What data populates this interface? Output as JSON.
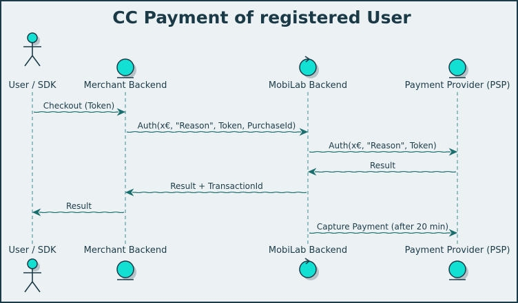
{
  "diagram": {
    "title": "CC Payment of registered User",
    "participants": [
      {
        "id": "user",
        "name": "User / SDK",
        "kind": "actor"
      },
      {
        "id": "merchant",
        "name": "Merchant Backend",
        "kind": "entity"
      },
      {
        "id": "mobilab",
        "name": "MobiLab Backend",
        "kind": "control"
      },
      {
        "id": "psp",
        "name": "Payment Provider (PSP)",
        "kind": "entity"
      }
    ],
    "messages": [
      {
        "from": "user",
        "to": "merchant",
        "label": "Checkout (Token)"
      },
      {
        "from": "merchant",
        "to": "mobilab",
        "label": "Auth(x€, \"Reason\", Token, PurchaseId)"
      },
      {
        "from": "mobilab",
        "to": "psp",
        "label": "Auth(x€, \"Reason\", Token)"
      },
      {
        "from": "psp",
        "to": "mobilab",
        "label": "Result"
      },
      {
        "from": "mobilab",
        "to": "merchant",
        "label": "Result + TransactionId"
      },
      {
        "from": "merchant",
        "to": "user",
        "label": "Result"
      },
      {
        "from": "mobilab",
        "to": "psp",
        "label": "Capture Payment (after 20 min)"
      }
    ],
    "colors": {
      "background": "#ecf2f4",
      "border": "#1b3a47",
      "participant_fill": "#12e0d3",
      "text": "#1b3a47",
      "arrow": "#1b6e6e"
    }
  }
}
